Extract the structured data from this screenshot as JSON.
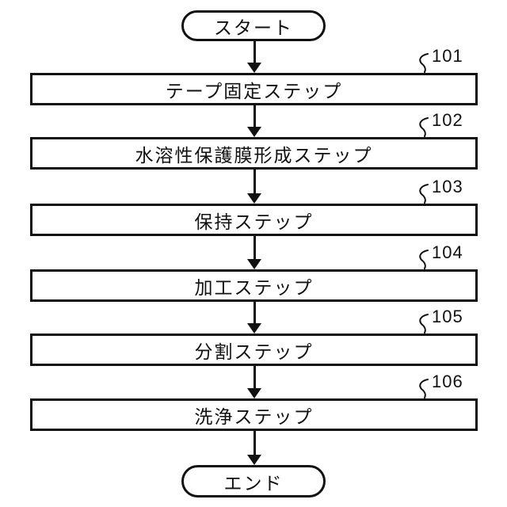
{
  "flowchart": {
    "start_label": "スタート",
    "end_label": "エンド",
    "steps": [
      {
        "ref": "101",
        "label": "テープ固定ステップ"
      },
      {
        "ref": "102",
        "label": "水溶性保護膜形成ステップ"
      },
      {
        "ref": "103",
        "label": "保持ステップ"
      },
      {
        "ref": "104",
        "label": "加工ステップ"
      },
      {
        "ref": "105",
        "label": "分割ステップ"
      },
      {
        "ref": "106",
        "label": "洗浄ステップ"
      }
    ],
    "colors": {
      "line": "#111111",
      "background": "#ffffff"
    }
  }
}
